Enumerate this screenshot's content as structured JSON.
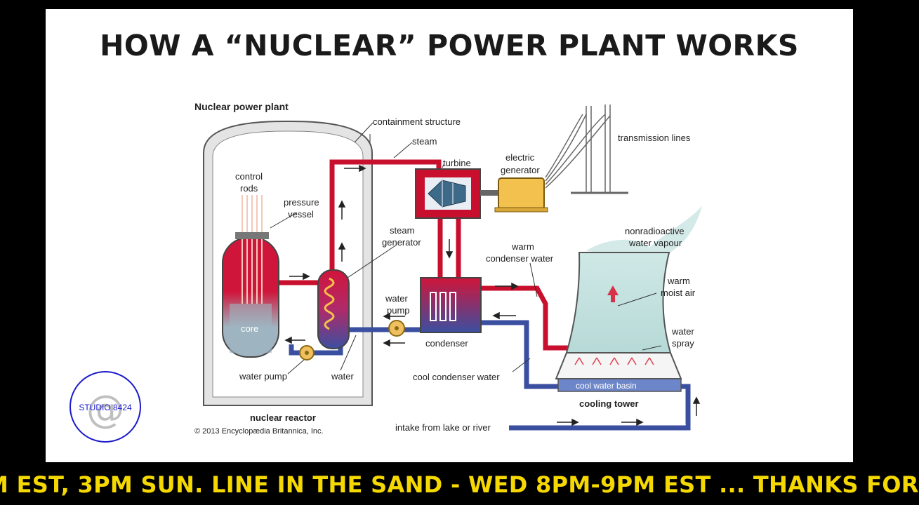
{
  "slide": {
    "title": "HOW A “NUCLEAR” POWER PLANT WORKS"
  },
  "diagram": {
    "heading": "Nuclear power plant",
    "labels": {
      "containment_structure": "containment structure",
      "steam": "steam",
      "turbine": "turbine",
      "electric_generator_1": "electric",
      "electric_generator_2": "generator",
      "transmission_lines": "transmission lines",
      "control_rods_1": "control",
      "control_rods_2": "rods",
      "pressure_vessel_1": "pressure",
      "pressure_vessel_2": "vessel",
      "steam_generator_1": "steam",
      "steam_generator_2": "generator",
      "nonradioactive_1": "nonradioactive",
      "nonradioactive_2": "water vapour",
      "warm_condenser_1": "warm",
      "warm_condenser_2": "condenser water",
      "warm_moist_1": "warm",
      "warm_moist_2": "moist air",
      "water_pump_upper_1": "water",
      "water_pump_upper_2": "pump",
      "core": "core",
      "water_spray_1": "water",
      "water_spray_2": "spray",
      "condenser": "condenser",
      "water_pump_lower": "water pump",
      "water": "water",
      "cool_condenser_water": "cool condenser water",
      "cool_water_basin": "cool water basin",
      "cooling_tower": "cooling tower",
      "nuclear_reactor": "nuclear reactor",
      "intake": "intake from lake or river",
      "copyright": "© 2013 Encyclopædia Britannica, Inc."
    }
  },
  "logo": {
    "text": "STUDIO 8424",
    "symbol": "@"
  },
  "ticker": {
    "text": "M EST, 3PM SUN. LINE IN THE SAND - WED 8PM-9PM EST ...    THANKS FOR"
  },
  "colors": {
    "hot": "#c8102e",
    "cool": "#3b4fa0",
    "ticker": "#f5d800",
    "logo": "#1a1acc"
  }
}
